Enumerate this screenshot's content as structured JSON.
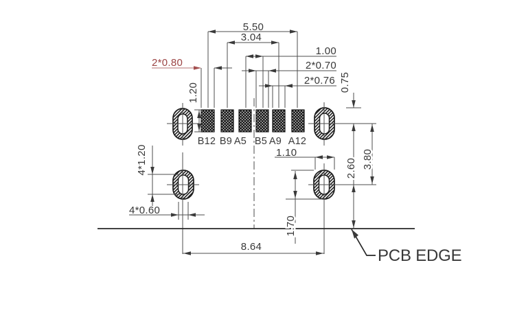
{
  "labels": {
    "pcb_edge": "PCB EDGE"
  },
  "pad_labels": [
    "B12",
    "B9",
    "A5",
    "B5",
    "A9",
    "A12"
  ],
  "dims": {
    "d550": "5.50",
    "d304": "3.04",
    "d100": "1.00",
    "d2x080": "2*0.80",
    "d2x070": "2*0.70",
    "d2x076": "2*0.76",
    "d075": "0.75",
    "d120": "1.20",
    "d4x120": "4*1.20",
    "d4x060": "4*0.60",
    "d110": "1.10",
    "d170": "1.70",
    "d260": "2.60",
    "d380": "3.80",
    "d864": "8.64"
  },
  "colors": {
    "line": "#4d4d4d",
    "text": "#383838",
    "highlight_red": "#9c4444",
    "background": "#ffffff"
  }
}
